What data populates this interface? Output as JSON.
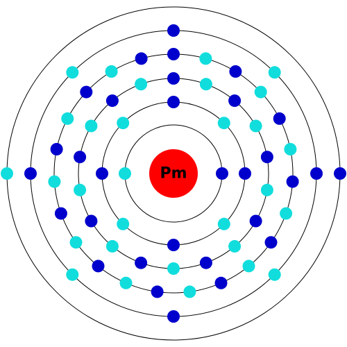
{
  "element": {
    "symbol": "Pm"
  },
  "colors": {
    "nucleus": "#ff0000",
    "shell_line": "#000000",
    "electron_dark": "#0000cc",
    "electron_light": "#11dddd"
  },
  "shells": [
    {
      "electrons": 2
    },
    {
      "electrons": 8
    },
    {
      "electrons": 18
    },
    {
      "electrons": 23
    },
    {
      "electrons": 8
    },
    {
      "electrons": 2
    }
  ]
}
